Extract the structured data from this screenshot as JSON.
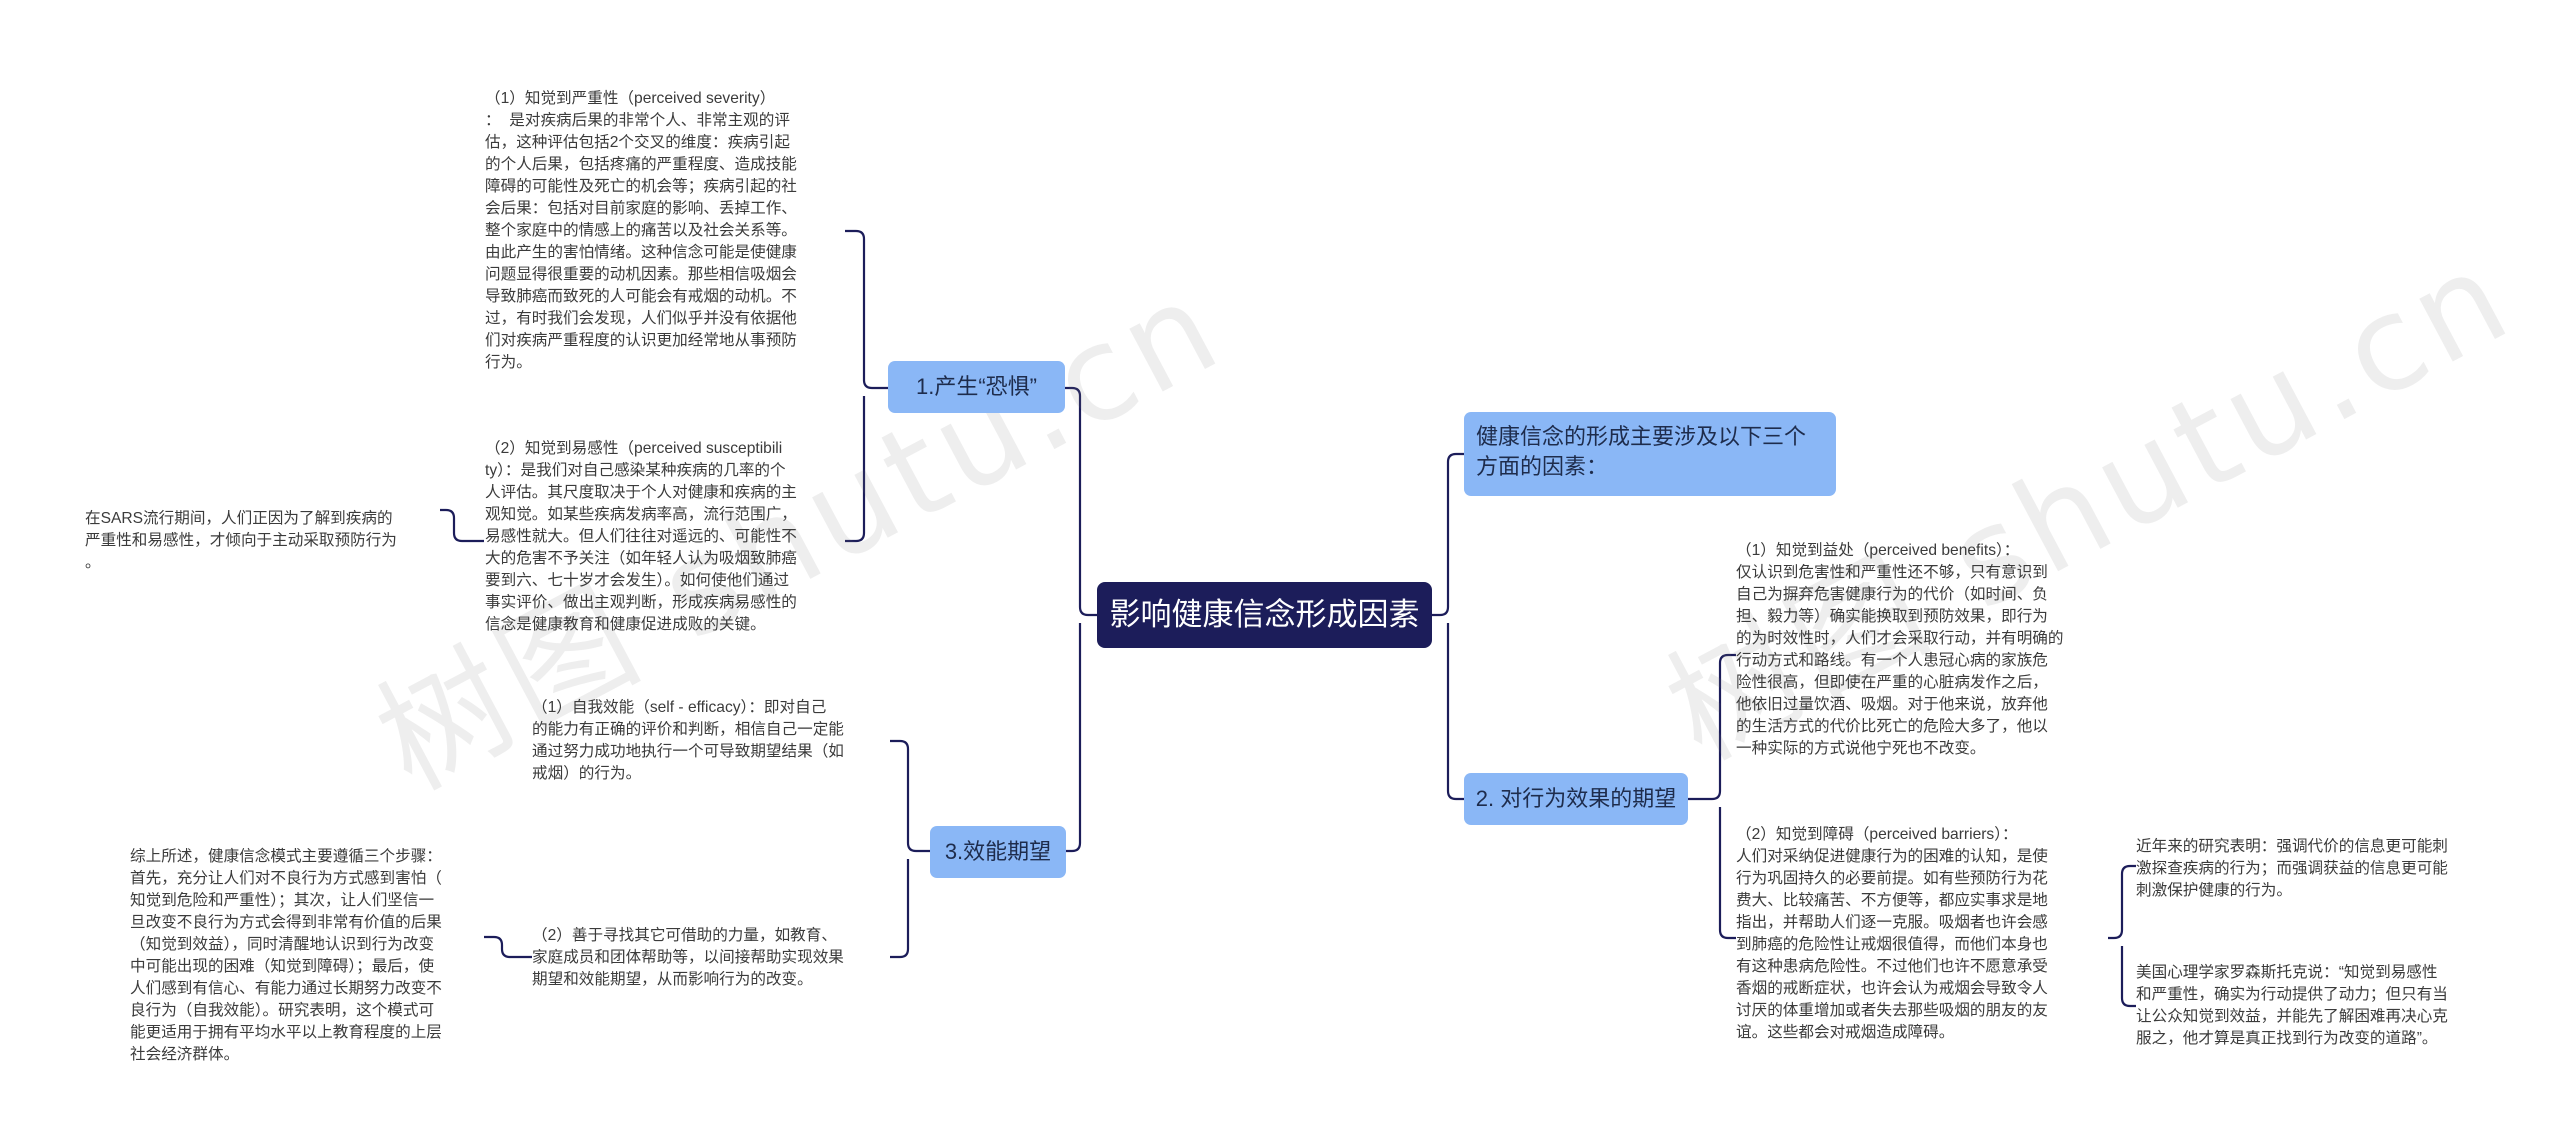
{
  "watermark": "树图 shutu.cn",
  "root": "影响健康信念形成因素",
  "left": {
    "fear": {
      "label": "1.产生“恐惧”",
      "severity": "（1）知觉到严重性（perceived severity）\n：  是对疾病后果的非常个人、非常主观的评\n估，这种评估包括2个交叉的维度：疾病引起\n的个人后果，包括疼痛的严重程度、造成技能\n障碍的可能性及死亡的机会等；疾病引起的社\n会后果：包括对目前家庭的影响、丢掉工作、\n整个家庭中的情感上的痛苦以及社会关系等。\n由此产生的害怕情绪。这种信念可能是使健康\n问题显得很重要的动机因素。那些相信吸烟会\n导致肺癌而致死的人可能会有戒烟的动机。不\n过，有时我们会发现，人们似乎并没有依据他\n们对疾病严重程度的认识更加经常地从事预防\n行为。",
      "susceptibility": "（2）知觉到易感性（perceived susceptibili\nty）：是我们对自己感染某种疾病的几率的个\n人评估。其尺度取决于个人对健康和疾病的主\n观知觉。如某些疾病发病率高，流行范围广，\n易感性就大。但人们往往对遥远的、可能性不\n大的危害不予关注（如年轻人认为吸烟致肺癌\n要到六、七十岁才会发生）。如何使他们通过\n事实评价、做出主观判断，形成疾病易感性的\n信念是健康教育和健康促进成败的关键。",
      "sars": "在SARS流行期间，人们正因为了解到疾病的\n严重性和易感性，才倾向于主动采取预防行为\n。"
    },
    "efficacy": {
      "label": "3.效能期望",
      "self": "（1）自我效能（self - efficacy）：即对自己\n的能力有正确的评价和判断，相信自己一定能\n通过努力成功地执行一个可导致期望结果（如\n戒烟）的行为。",
      "help": "（2）善于寻找其它可借助的力量，如教育、\n家庭成员和团体帮助等，以间接帮助实现效果\n期望和效能期望，从而影响行为的改变。",
      "summary": "综上所述，健康信念模式主要遵循三个步骤：\n首先，充分让人们对不良行为方式感到害怕（\n知觉到危险和严重性）；其次，让人们坚信一\n旦改变不良行为方式会得到非常有价值的后果\n（知觉到效益），同时清醒地认识到行为改变\n中可能出现的困难（知觉到障碍）；最后，使\n人们感到有信心、有能力通过长期努力改变不\n良行为（自我效能）。研究表明，这个模式可\n能更适用于拥有平均水平以上教育程度的上层\n社会经济群体。"
    }
  },
  "right": {
    "intro": "健康信念的形成主要涉及以下三个\n方面的因素：",
    "expect": {
      "label": "2. 对行为效果的期望",
      "benefits": "（1）知觉到益处（perceived benefits）：\n仅认识到危害性和严重性还不够，只有意识到\n自己为摒弃危害健康行为的代价（如时间、负\n担、毅力等）确实能换取到预防效果，即行为\n的为时效性时，人们才会采取行动，并有明确的\n行动方式和路线。有一个人患冠心病的家族危\n险性很高，但即使在严重的心脏病发作之后，\n他依旧过量饮酒、吸烟。对于他来说，放弃他\n的生活方式的代价比死亡的危险大多了，他以\n一种实际的方式说他宁死也不改变。",
      "barriers": "（2）知觉到障碍（perceived barriers）：\n人们对采纳促进健康行为的困难的认知，是使\n行为巩固持久的必要前提。如有些预防行为花\n费大、比较痛苦、不方便等，都应实事求是地\n指出，并帮助人们逐一克服。吸烟者也许会感\n到肺癌的危险性让戒烟很值得，而他们本身也\n有这种患病危险性。不过他们也许不愿意承受\n香烟的戒断症状，也许会认为戒烟会导致令人\n讨厌的体重增加或者失去那些吸烟的朋友的友\n谊。这些都会对戒烟造成障碍。",
      "research": "近年来的研究表明：强调代价的信息更可能刺\n激探查疾病的行为；而强调获益的信息更可能\n刺激保护健康的行为。",
      "rosen": "美国心理学家罗森斯托克说：“知觉到易感性\n和严重性，确实为行动提供了动力；但只有当\n让公众知觉到效益，并能先了解困难再决心克\n服之，他才算是真正找到行为改变的道路”。"
    }
  }
}
